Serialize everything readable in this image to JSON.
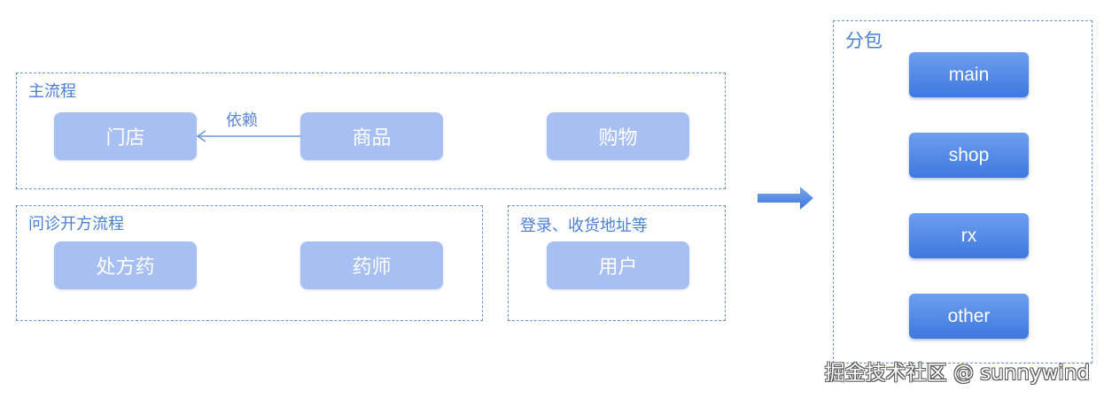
{
  "groups": {
    "main_flow": {
      "label": "主流程",
      "modules": {
        "store": "门店",
        "goods": "商品",
        "shopping": "购物"
      },
      "edge_label": "依赖"
    },
    "consult_flow": {
      "label": "问诊开方流程",
      "modules": {
        "prescription": "处方药",
        "pharmacist": "药师"
      }
    },
    "login_flow": {
      "label": "登录、收货地址等",
      "modules": {
        "user": "用户"
      }
    },
    "packages": {
      "label": "分包",
      "items": [
        "main",
        "shop",
        "rx",
        "other"
      ]
    }
  },
  "colors": {
    "border": "#6c93d6",
    "label": "#4a7fd8",
    "module_fill": "#a7bff2",
    "package_fill": "#4f86e6",
    "arrow": "#4a7fd8"
  },
  "watermark": "掘金技术社区 @ sunnywind"
}
